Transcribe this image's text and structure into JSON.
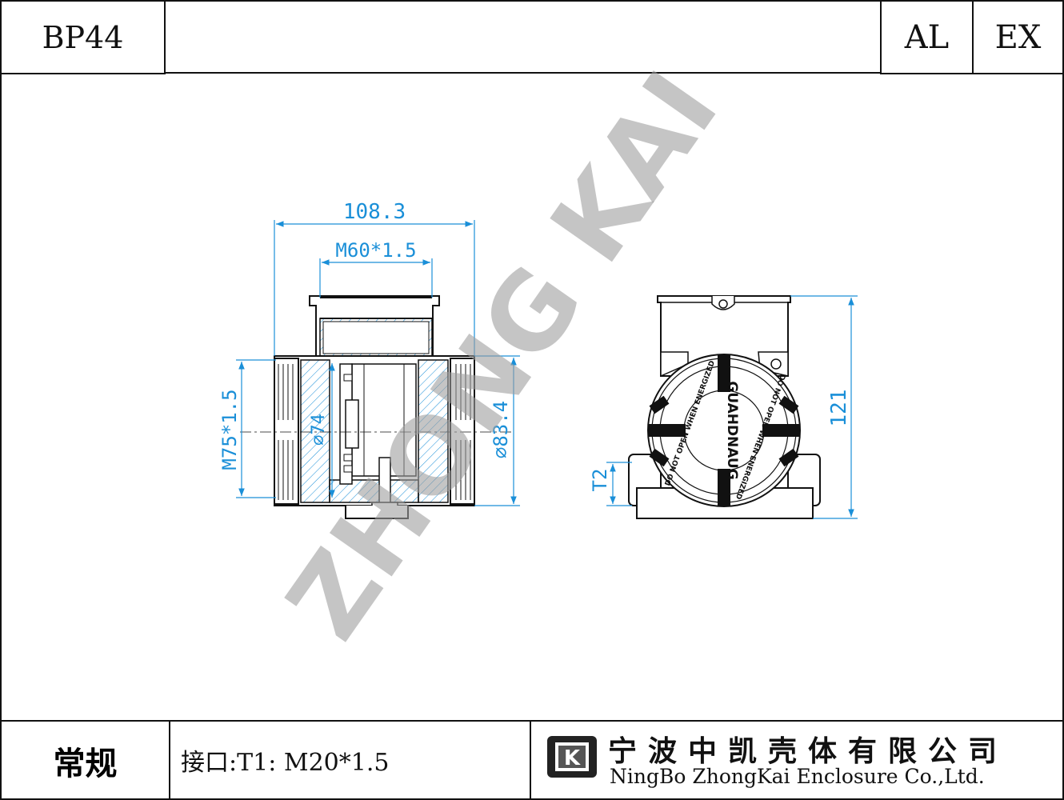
{
  "header": {
    "model": "BP44",
    "tag_left": "AL",
    "tag_right": "EX"
  },
  "watermark": "ZHONG KAI",
  "dimensions": {
    "overall_width": "108.3",
    "top_thread": "M60*1.5",
    "side_thread": "M75*1.5",
    "inner_diameter": "⌀74",
    "outer_diameter": "⌀83.4",
    "height": "121",
    "port_label": "T2"
  },
  "cover_text": {
    "center": "GUAHDNAUG",
    "ring_top": "DO NOT OPEN WHEN ENERGIZED",
    "ring_bottom": "DO NOT OPEN WHEN ENERGIZED"
  },
  "footer": {
    "category": "常规",
    "interface": "接口:T1: M20*1.5",
    "company_cn": "宁波中凯壳体有限公司",
    "company_en": "NingBo ZhongKai Enclosure Co.,Ltd.",
    "logo_letter": "K"
  },
  "colors": {
    "dimension": "#1a8fd8",
    "line": "#111111",
    "watermark": "#b5b5b5"
  }
}
